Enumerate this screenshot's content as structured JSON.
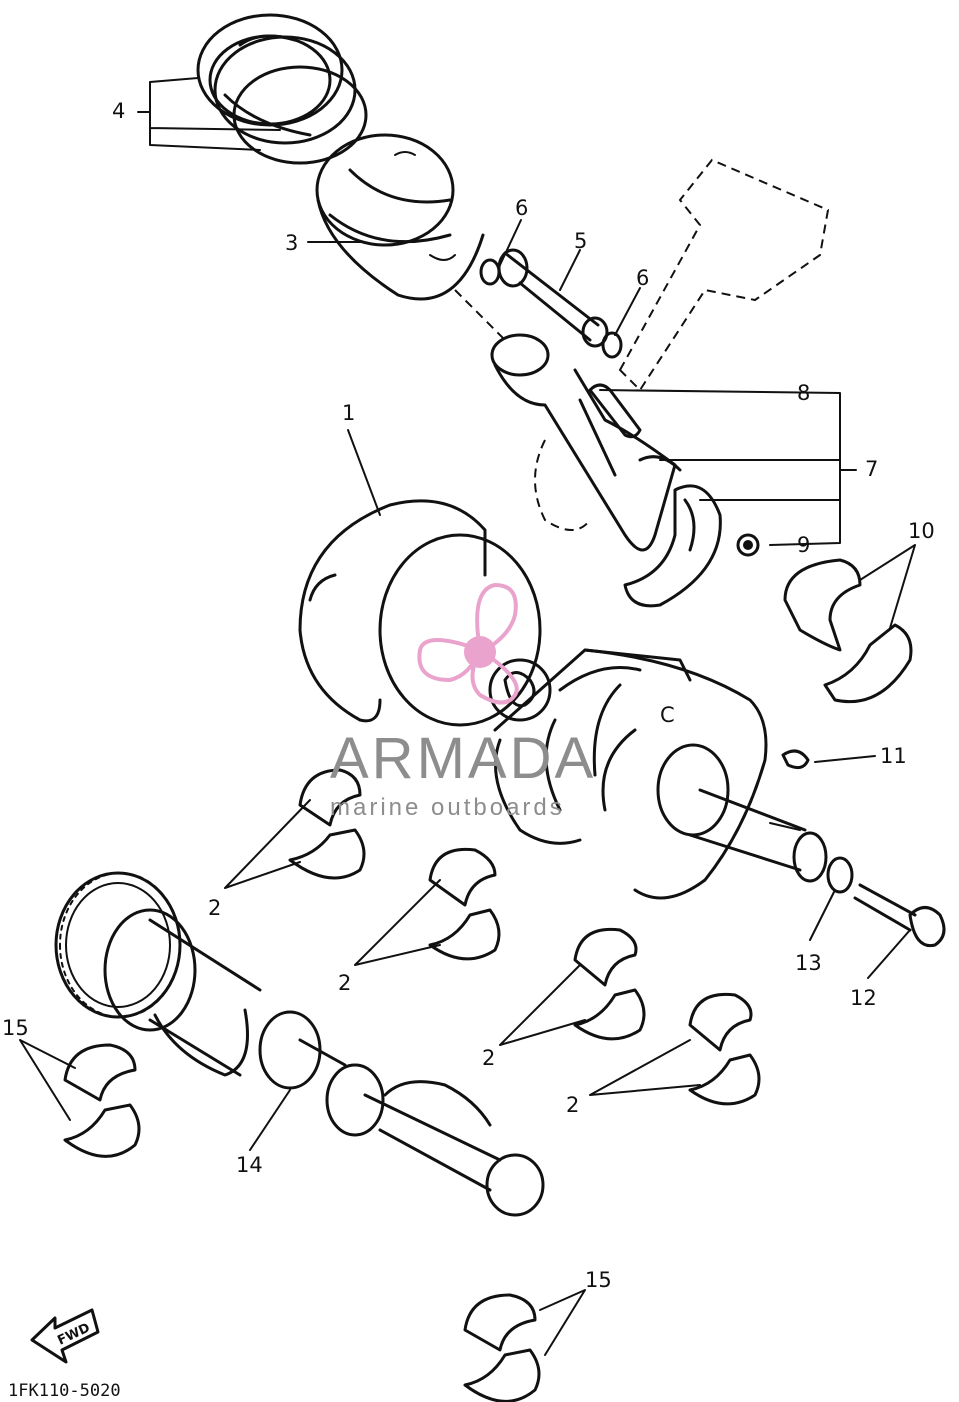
{
  "part_labels": {
    "l1": "1",
    "l2a": "2",
    "l2b": "2",
    "l2c": "2",
    "l2d": "2",
    "l3": "3",
    "l4": "4",
    "l5": "5",
    "l6a": "6",
    "l6b": "6",
    "l7": "7",
    "l8": "8",
    "l9": "9",
    "l10": "10",
    "l11": "11",
    "l12": "12",
    "l13": "13",
    "l14": "14",
    "l15a": "15",
    "l15b": "15"
  },
  "crank_mark": "C",
  "watermark": {
    "title": "ARMADA",
    "subtitle": "marine outboards",
    "logo_color": "#e9a3cc",
    "text_color": "#8d8d8d"
  },
  "fwd_arrow": {
    "label": "FWD"
  },
  "diagram_code": "1FK110-5020"
}
